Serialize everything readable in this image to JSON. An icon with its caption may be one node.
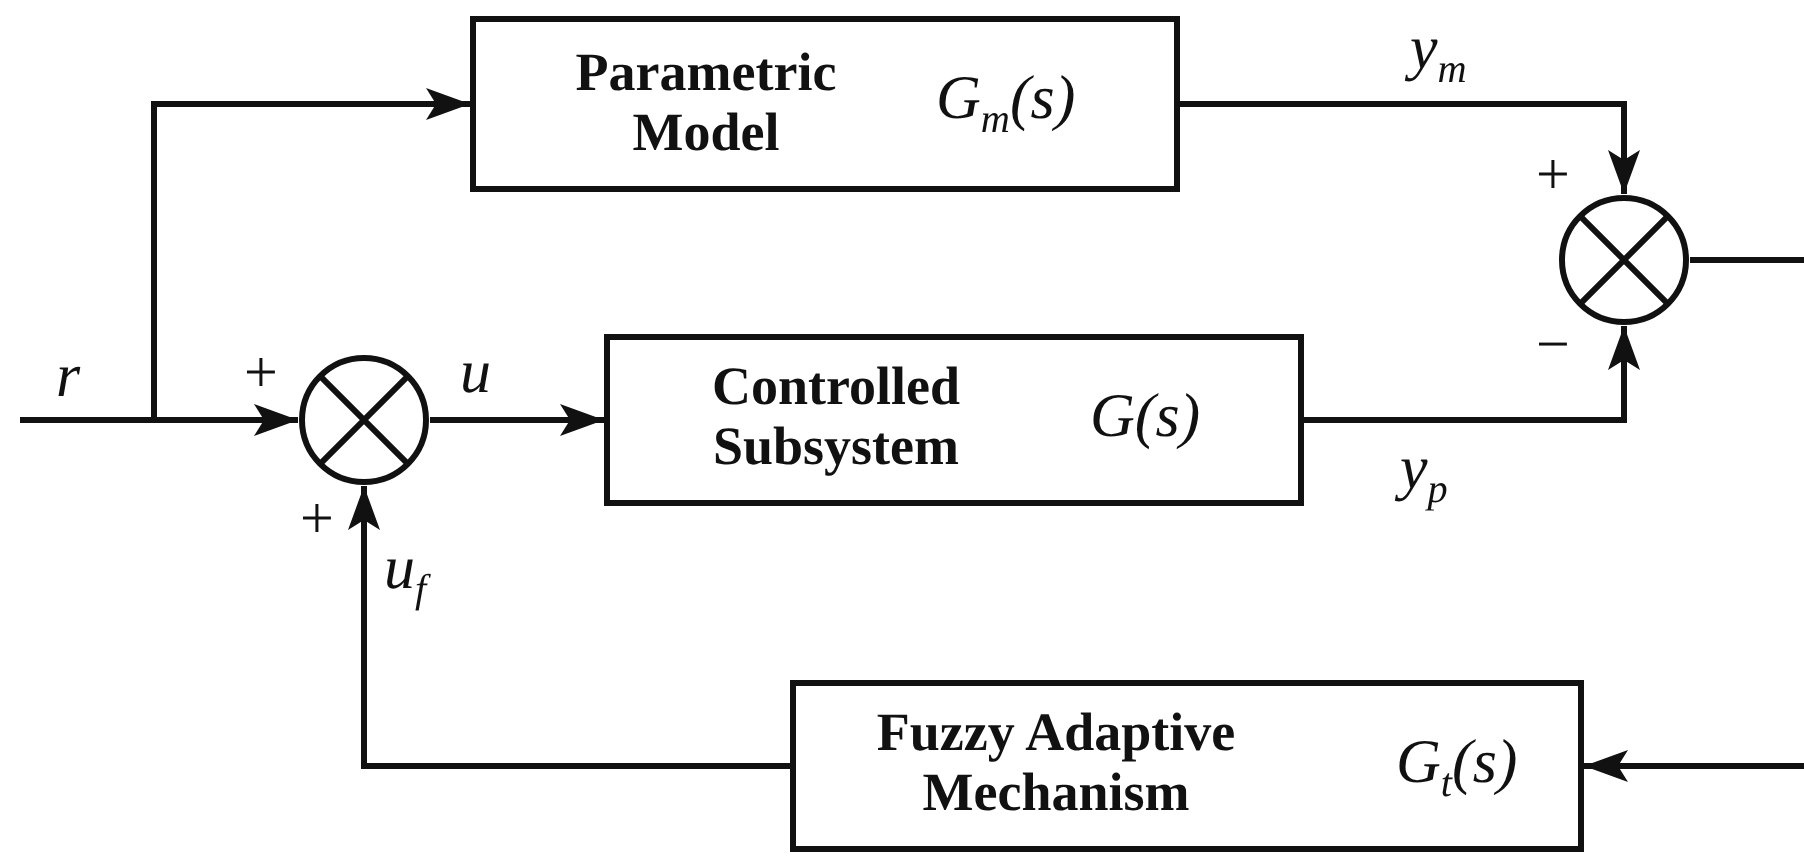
{
  "diagram": {
    "nodes": [
      {
        "text": [
          "Parametric Model",
          "G$_{m}$(s)"
        ]
      },
      {
        "text": [],
        "shape": "circle"
      },
      {
        "text": [
          "Controlled Subsystem",
          "G(s)"
        ]
      },
      {
        "text": [],
        "shape": "circle"
      },
      {
        "text": [
          "Fuzzy Adaptive Mechanism",
          "G$_{t}$(s)"
        ]
      }
    ],
    "edges": [
      {
        "from": null,
        "to": 1,
        "arrow": "to",
        "label": "r"
      },
      {
        "from": null,
        "to": 0,
        "arrow": "to"
      },
      {
        "from": 1,
        "to": 2,
        "arrow": "to",
        "label": "u"
      },
      {
        "from": 0,
        "to": 3,
        "arrow": "to",
        "label": "y$_{m}$"
      },
      {
        "from": 2,
        "to": 3,
        "arrow": "to",
        "label": "y$_{p}$"
      },
      {
        "from": 4,
        "to": 1,
        "arrow": "to",
        "label": "u$_{f}$"
      },
      {
        "from": 3,
        "to": null,
        "arrow": "none"
      },
      {
        "from": null,
        "to": 4,
        "arrow": "to"
      }
    ],
    "labels": [
      "+",
      "+",
      "+",
      "−"
    ]
  }
}
